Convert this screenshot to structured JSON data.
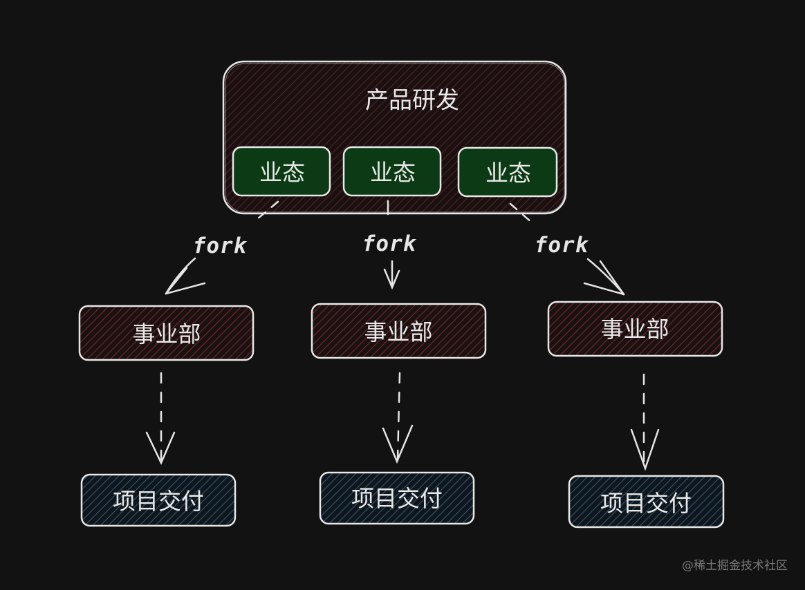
{
  "diagram": {
    "top": {
      "title": "产品研发",
      "states": [
        "业态",
        "业态",
        "业态"
      ]
    },
    "edge_label": "fork",
    "branches": [
      {
        "division": "事业部",
        "delivery": "项目交付"
      },
      {
        "division": "事业部",
        "delivery": "项目交付"
      },
      {
        "division": "事业部",
        "delivery": "项目交付"
      }
    ]
  },
  "colors": {
    "background": "#121212",
    "stroke": "#e8e8e8",
    "state_fill": "#0b3a14",
    "division_hatch": "#7a2626",
    "delivery_hatch": "#2a5a78",
    "top_hatch": "#6a2424"
  },
  "watermark": "@稀土掘金技术社区"
}
